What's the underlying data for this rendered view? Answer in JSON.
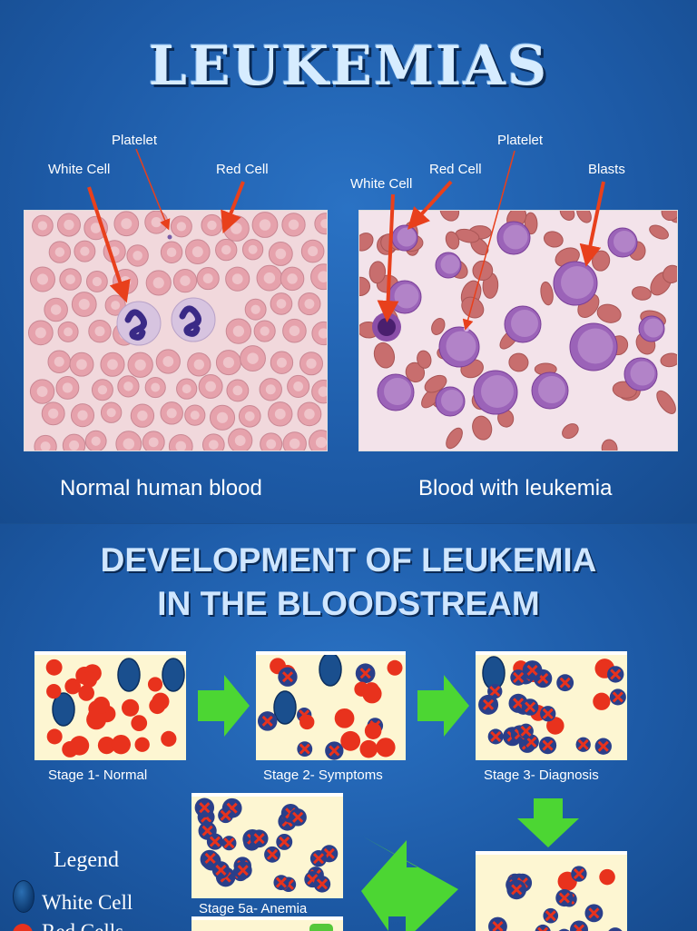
{
  "slide1": {
    "title": "LEUKEMIAS",
    "normal_labels": {
      "platelet": "Platelet",
      "white_cell": "White Cell",
      "red_cell": "Red Cell"
    },
    "leukemia_labels": {
      "platelet": "Platelet",
      "white_cell": "White Cell",
      "red_cell": "Red Cell",
      "blasts": "Blasts"
    },
    "caption_normal": "Normal human blood",
    "caption_leukemia": "Blood with leukemia"
  },
  "slide2": {
    "title_line1": "DEVELOPMENT OF LEUKEMIA",
    "title_line2": "IN THE BLOODSTREAM",
    "stages": {
      "stage1": "Stage 1- Normal",
      "stage2": "Stage 2- Symptoms",
      "stage3": "Stage 3- Diagnosis",
      "stage5a": "Stage 5a- Anemia"
    },
    "legend": {
      "title": "Legend",
      "white_cell": "White Cell",
      "red_cell": "Red Cells"
    }
  },
  "colors": {
    "background": "#1e5fae",
    "arrow_red": "#e8401c",
    "arrow_green": "#4cd633",
    "red_cell": "#e8321d",
    "white_cell": "#1a4f8e",
    "stage_bg": "#fdf6d2"
  }
}
